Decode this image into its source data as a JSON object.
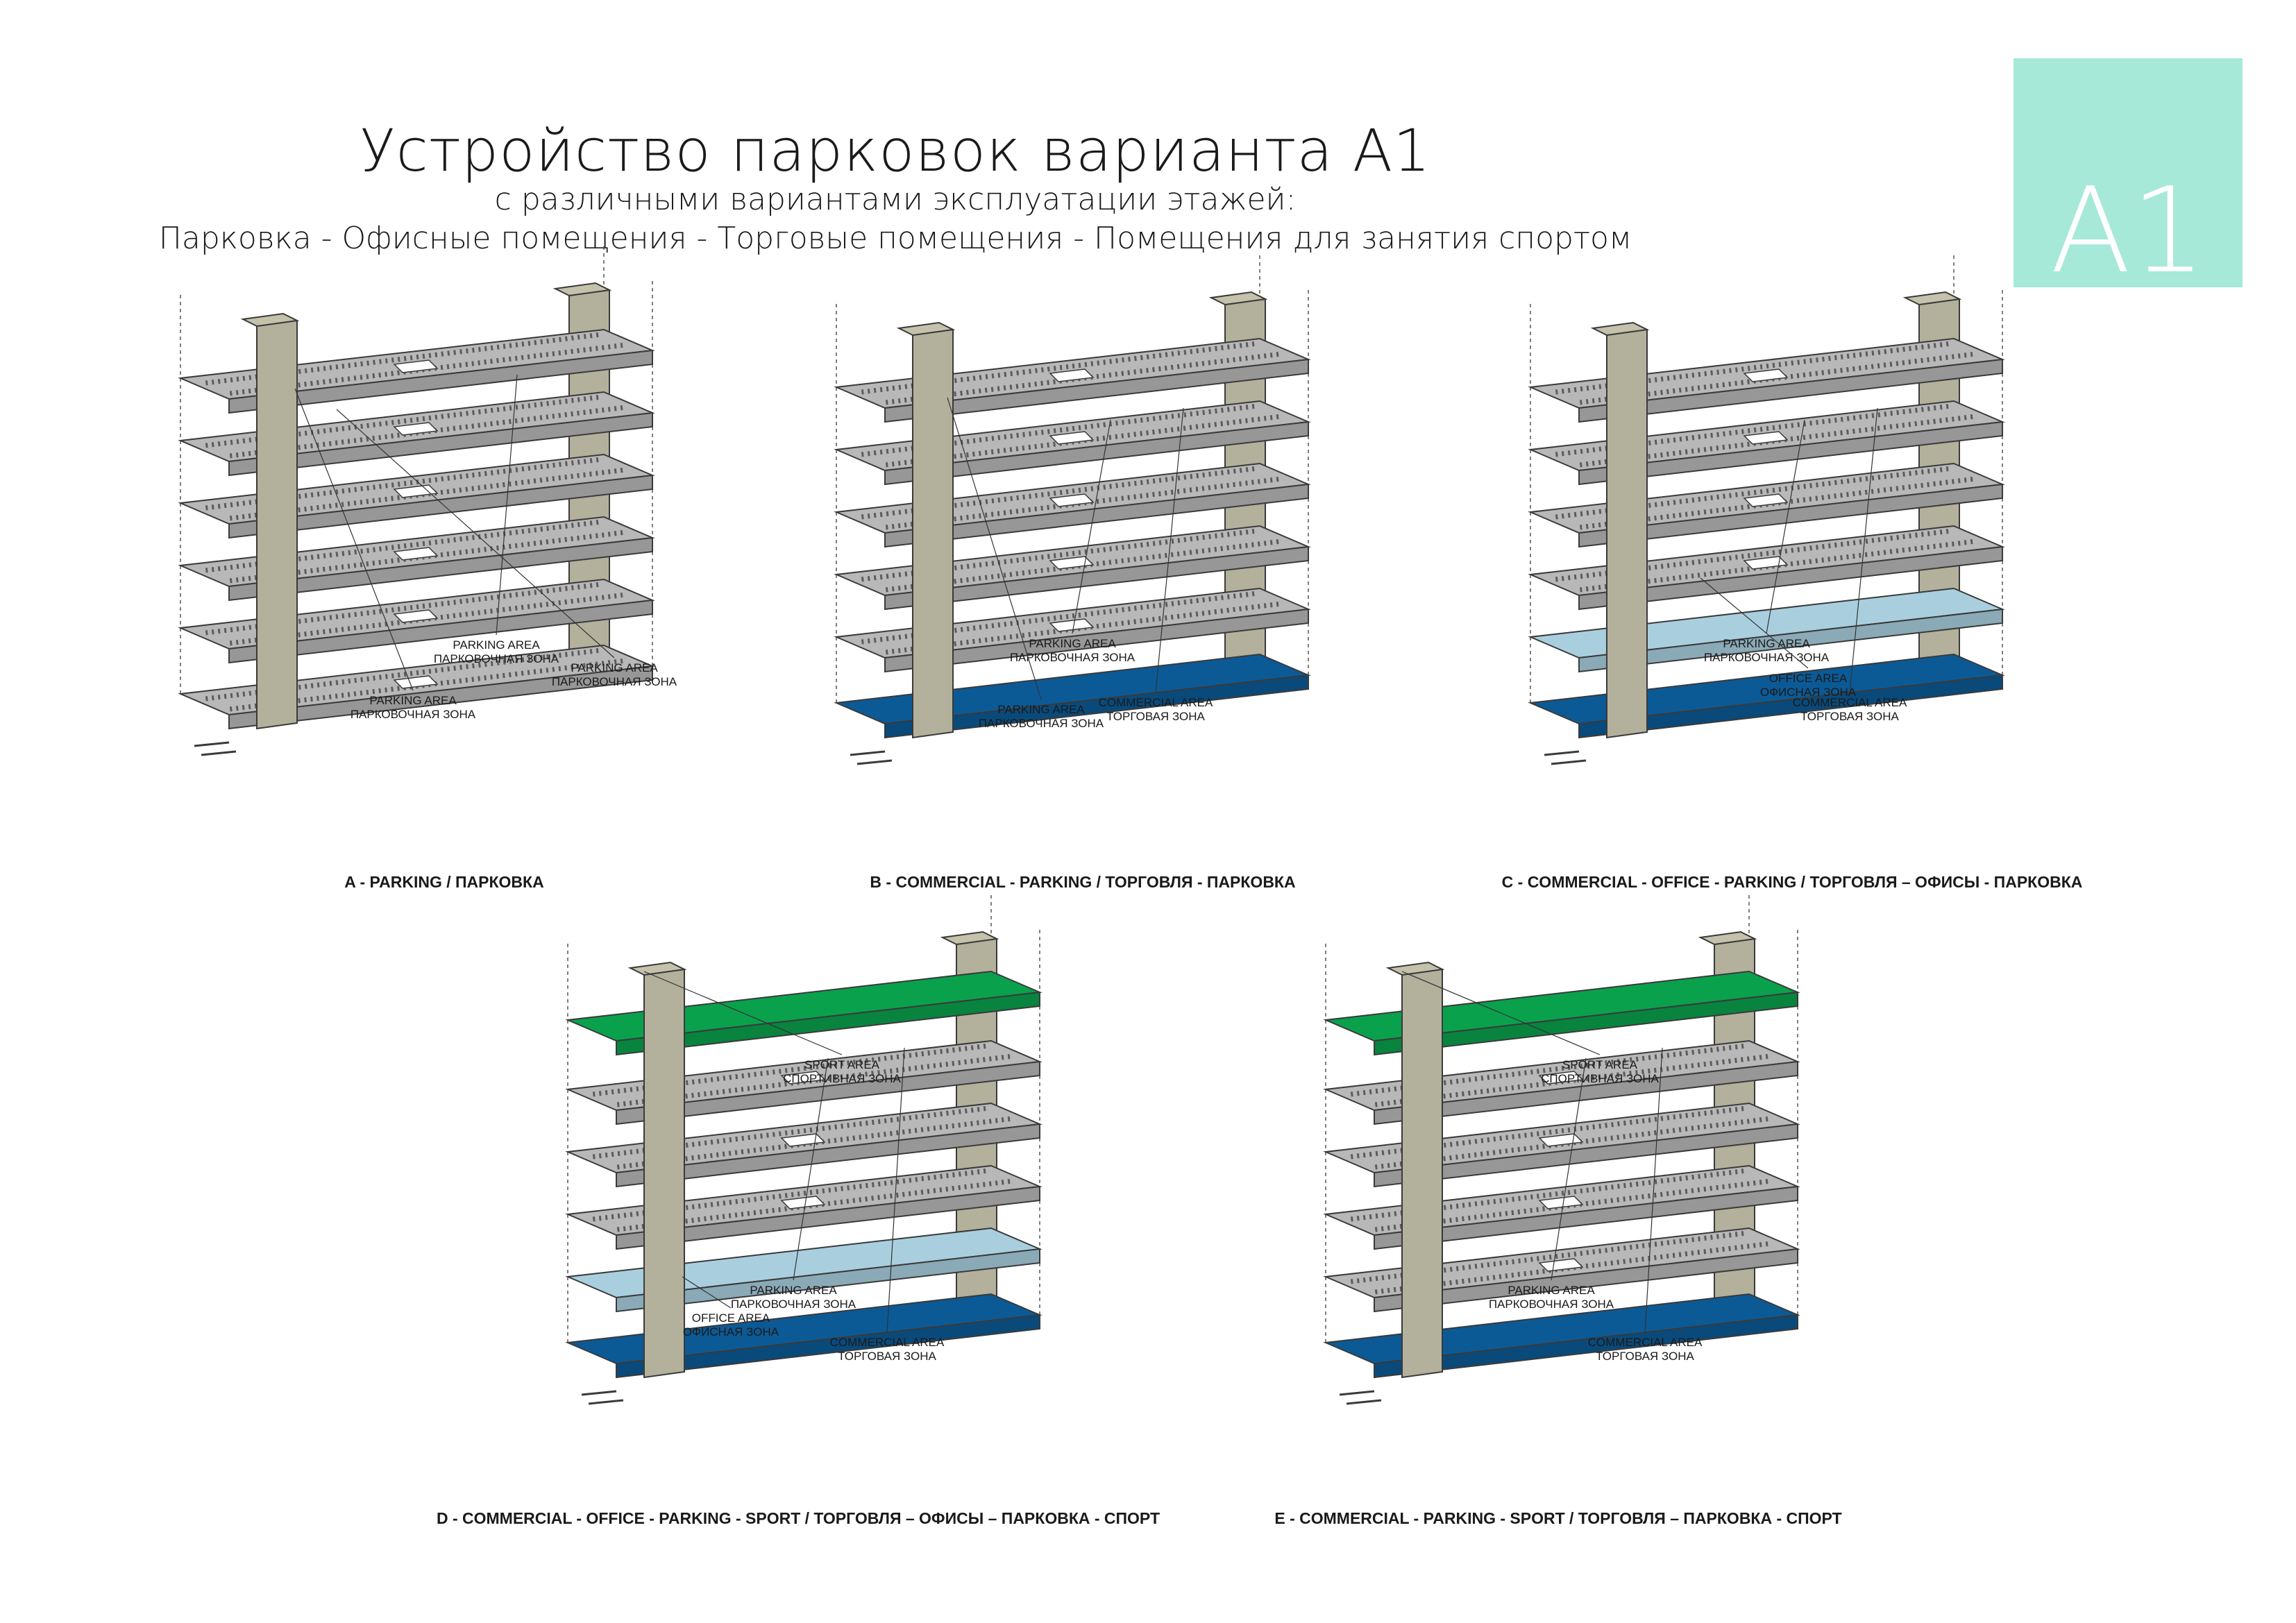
{
  "header": {
    "title": "Устройство парковок варианта А1",
    "subtitle_1": "с различными вариантами эксплуатации этажей:",
    "subtitle_2": "Парковка - Офисные помещения - Торговые помещения - Помещения для занятия спортом"
  },
  "badge": {
    "label": "A1",
    "color": "#a6e9d9"
  },
  "colors": {
    "parking_slab": "#b8b8b8",
    "core": "#b3b09c",
    "commercial": "#0b5a96",
    "office": "#a9cfdf",
    "sport": "#0aa14d"
  },
  "labels": {
    "parking": [
      "PARKING AREA",
      "ПАРКОВОЧНАЯ ЗОНА"
    ],
    "commercial": [
      "COMMERCIAL AREA",
      "ТОРГОВАЯ ЗОНА"
    ],
    "office": [
      "OFFICE AREA",
      "ОФИСНАЯ ЗОНА"
    ],
    "sport": [
      "SPORT AREA",
      "СПОРТИВНАЯ ЗОНА"
    ]
  },
  "variants": [
    {
      "id": "A",
      "caption": "A - PARKING / ПАРКОВКА",
      "floors": [
        "parking",
        "parking",
        "parking",
        "parking",
        "parking",
        "parking"
      ]
    },
    {
      "id": "B",
      "caption": "B - COMMERCIAL - PARKING / ТОРГОВЛЯ - ПАРКОВКА",
      "floors": [
        "commercial",
        "parking",
        "parking",
        "parking",
        "parking",
        "parking"
      ]
    },
    {
      "id": "C",
      "caption": "C - COMMERCIAL - OFFICE - PARKING / ТОРГОВЛЯ – ОФИСЫ - ПАРКОВКА",
      "floors": [
        "commercial",
        "office",
        "parking",
        "parking",
        "parking",
        "parking"
      ]
    },
    {
      "id": "D",
      "caption": "D - COMMERCIAL - OFFICE - PARKING - SPORT / ТОРГОВЛЯ – ОФИСЫ – ПАРКОВКА - СПОРТ",
      "floors": [
        "commercial",
        "office",
        "parking",
        "parking",
        "parking",
        "sport"
      ]
    },
    {
      "id": "E",
      "caption": "E - COMMERCIAL - PARKING - SPORT / ТОРГОВЛЯ – ПАРКОВКА - СПОРТ",
      "floors": [
        "commercial",
        "parking",
        "parking",
        "parking",
        "parking",
        "sport"
      ]
    }
  ]
}
